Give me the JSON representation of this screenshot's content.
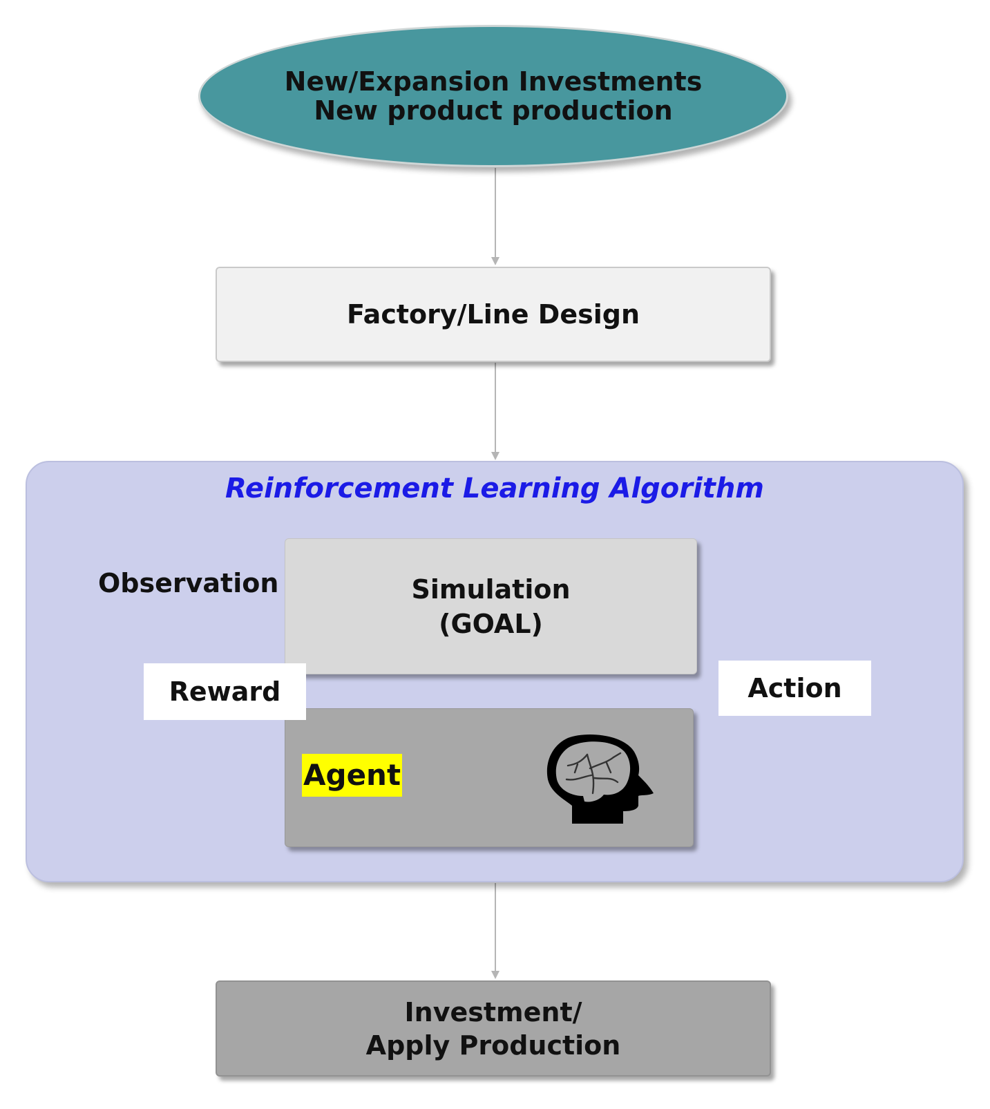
{
  "start_node": {
    "line1": "New/Expansion Investments",
    "line2": "New product production",
    "color": "#48979e"
  },
  "design_node": {
    "label": "Factory/Line Design"
  },
  "rl_group": {
    "title": "Reinforcement Learning Algorithm",
    "title_color": "#1b1be6",
    "background": "#cccfec"
  },
  "simulation_node": {
    "line1": "Simulation",
    "line2": "(GOAL)"
  },
  "agent_node": {
    "label": "Agent",
    "highlight": "#ffff00",
    "icon": "brain-head-icon"
  },
  "loop_labels": {
    "observation": "Observation",
    "reward": "Reward",
    "action": "Action"
  },
  "end_node": {
    "line1": "Investment/",
    "line2": "Apply Production"
  },
  "connector_colors": {
    "main_flow": "#b5b5b5",
    "rl_loop": "#7fc6cb"
  }
}
